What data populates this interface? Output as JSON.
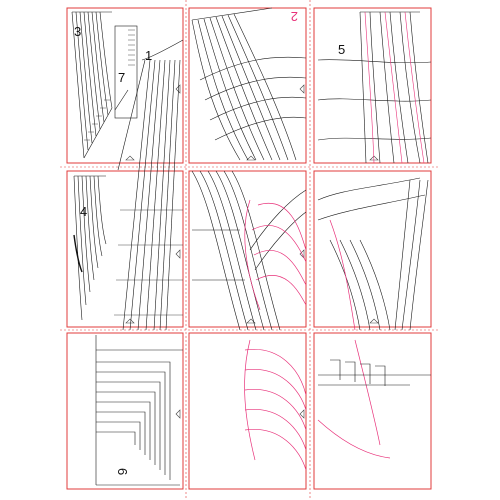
{
  "pattern": {
    "piece_numbers": {
      "one": "1",
      "two": "2",
      "three": "3",
      "four": "4",
      "five": "5",
      "six": "6",
      "seven": "7"
    }
  },
  "colors": {
    "tile_border": "#e23b3b",
    "pattern_line": "#1a1a1a",
    "accent_line": "#e8327a"
  }
}
